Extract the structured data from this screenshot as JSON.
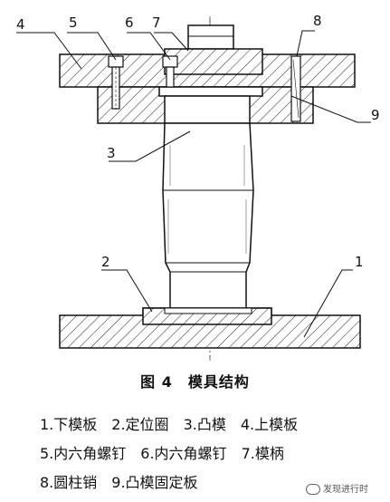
{
  "labels": {
    "n1": "1",
    "n2": "2",
    "n3": "3",
    "n4": "4",
    "n5": "5",
    "n6": "6",
    "n7": "7",
    "n8": "8",
    "n9": "9"
  },
  "caption": "图 4　模具结构",
  "legend": {
    "row1": [
      "1.下模板",
      "2.定位圈",
      "3.凸模",
      "4.上模板"
    ],
    "row2": [
      "5.内六角螺钉",
      "6.内六角螺钉",
      "7.模柄"
    ],
    "row3": [
      "8.圆柱销",
      "9.凸模固定板"
    ]
  },
  "watermark": "发现进行时"
}
